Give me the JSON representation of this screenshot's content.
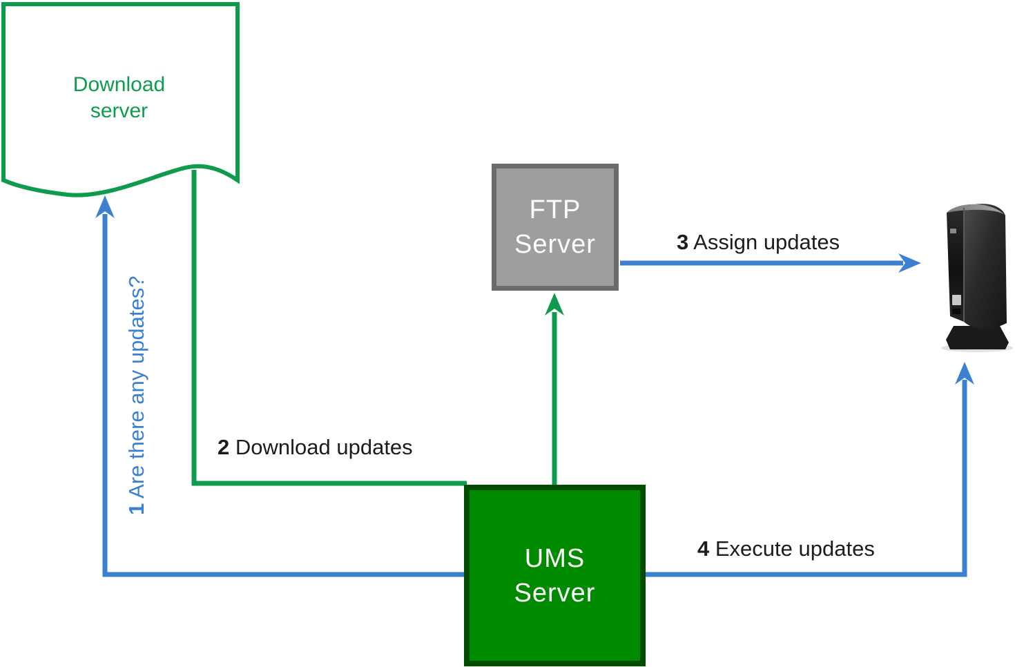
{
  "nodes": {
    "download_server": {
      "line1": "Download",
      "line2": "server"
    },
    "ftp_server": {
      "line1": "FTP",
      "line2": "Server"
    },
    "ums_server": {
      "line1": "UMS",
      "line2": "Server"
    }
  },
  "edges": {
    "step1": {
      "number": "1",
      "label": "Are there any updates?"
    },
    "step2": {
      "number": "2",
      "label": "Download updates"
    },
    "step3": {
      "number": "3",
      "label": "Assign updates"
    },
    "step4": {
      "number": "4",
      "label": "Execute updates"
    }
  },
  "icons": {
    "thin_client": "thin-client-tower-icon"
  },
  "colors": {
    "green": "#0e9b4e",
    "dark_green_fill": "#008a00",
    "dark_green_border": "#004d00",
    "gray_fill": "#9e9e9e",
    "gray_border": "#6b6b6b",
    "blue": "#3b80d1",
    "label_text": "#1c1c1c",
    "node_text": "#ffffff",
    "background": "#ffffff"
  }
}
